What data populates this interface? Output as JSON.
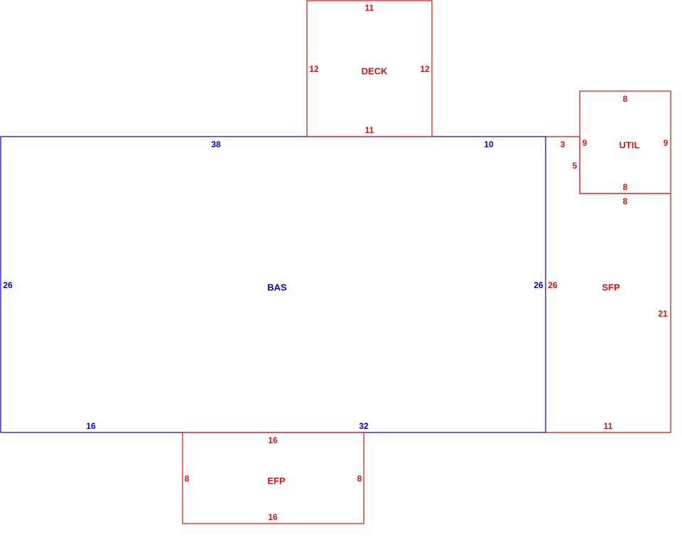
{
  "colors": {
    "main_area": "#0000c8",
    "addition_area": "#dd1111",
    "background": "#ffffff"
  },
  "areas": {
    "bas": {
      "name": "BAS",
      "dims": {
        "top_a": "38",
        "top_b": "10",
        "left": "26",
        "right": "26",
        "bottom_a": "16",
        "bottom_b": "32"
      }
    },
    "deck": {
      "name": "DECK",
      "dims": {
        "top": "11",
        "bottom": "11",
        "left": "12",
        "right": "12"
      }
    },
    "util": {
      "name": "UTIL",
      "dims": {
        "top": "8",
        "bottom": "8",
        "left": "9",
        "right": "9"
      }
    },
    "sfp": {
      "name": "SFP",
      "dims": {
        "top_step": "3",
        "step_side": "5",
        "top": "8",
        "left": "26",
        "right": "21",
        "bottom": "11"
      }
    },
    "efp": {
      "name": "EFP",
      "dims": {
        "top": "16",
        "bottom": "16",
        "left": "8",
        "right": "8"
      }
    }
  }
}
